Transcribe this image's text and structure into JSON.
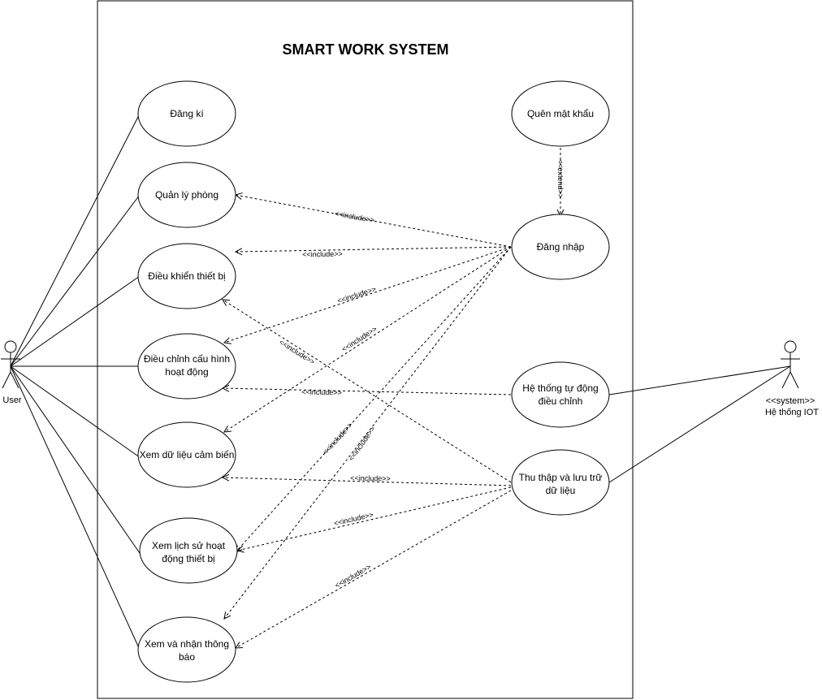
{
  "system": {
    "title": "SMART WORK SYSTEM"
  },
  "actors": [
    {
      "id": "user",
      "label": "User"
    },
    {
      "id": "iot",
      "stereotype": "<<system>>",
      "label": "Hệ thống IOT"
    }
  ],
  "use_cases": [
    {
      "id": "dangki",
      "lines": [
        "Đăng kí"
      ]
    },
    {
      "id": "quanly",
      "lines": [
        "Quản lý phòng"
      ]
    },
    {
      "id": "dieukhien",
      "lines": [
        "Điều khiển thiết bị"
      ]
    },
    {
      "id": "dieuchinh",
      "lines": [
        "Điều chỉnh cấu hình",
        "hoạt động"
      ]
    },
    {
      "id": "xemdulieu",
      "lines": [
        "Xem dữ liệu cảm biến"
      ]
    },
    {
      "id": "xemlichsu",
      "lines": [
        "Xem lịch sử hoạt",
        "động thiết bị"
      ]
    },
    {
      "id": "xemthongbao",
      "lines": [
        "Xem và nhận thông",
        "báo"
      ]
    },
    {
      "id": "quenmk",
      "lines": [
        "Quên mật khẩu"
      ]
    },
    {
      "id": "dangnhap",
      "lines": [
        "Đăng nhập"
      ]
    },
    {
      "id": "hethongtd",
      "lines": [
        "Hệ thống tự động",
        "điều chỉnh"
      ]
    },
    {
      "id": "thuthap",
      "lines": [
        "Thu thập và lưu trữ",
        "dữ liệu"
      ]
    }
  ],
  "relationship_labels": {
    "include": "<<include>>",
    "extend": "<<extend>>"
  }
}
